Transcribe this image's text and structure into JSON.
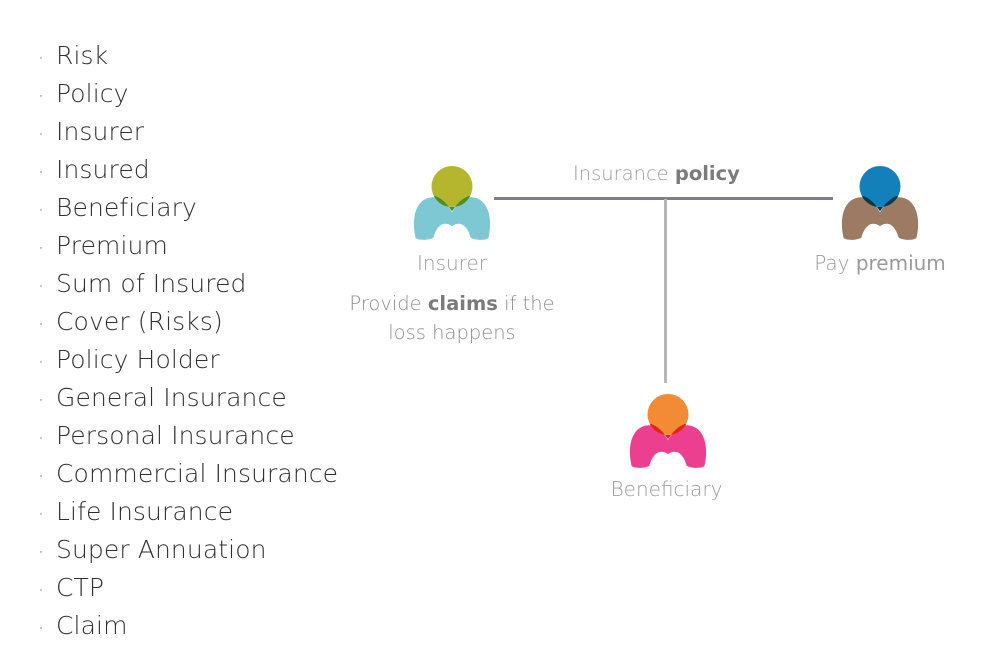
{
  "terms": {
    "bullet_glyph": "·",
    "items": [
      "Risk",
      "Policy",
      "Insurer",
      "Insured",
      "Beneficiary",
      "Premium",
      "Sum of Insured",
      "Cover (Risks)",
      "Policy Holder",
      "General Insurance",
      "Personal Insurance",
      "Commercial Insurance",
      "Life Insurance",
      "Super Annuation",
      "CTP",
      "Claim"
    ]
  },
  "diagram": {
    "nodes": {
      "insurer": {
        "label": "Insurer",
        "description_prefix": "Provide ",
        "description_bold": "claims",
        "description_suffix": " if the loss happens",
        "icon": "person-icon",
        "head_color": "#b2b427",
        "body_color": "#7dc8d3",
        "overlap_color": "#4c8c2b"
      },
      "payer": {
        "label_prefix": "Pay ",
        "label_bold": "premium",
        "icon": "person-icon",
        "head_color": "#0b7cba",
        "body_color": "#9d7a62",
        "overlap_color": "#02394c"
      },
      "beneficiary": {
        "label": "Beneficiary",
        "icon": "person-icon",
        "head_color": "#f3872d",
        "body_color": "#ec3f90",
        "overlap_color": "#e02615"
      }
    },
    "edges": {
      "policy_label_prefix": "Insurance ",
      "policy_label_bold": "policy",
      "line_color": "#7d8085",
      "branch_color": "#b6b6b6"
    }
  }
}
